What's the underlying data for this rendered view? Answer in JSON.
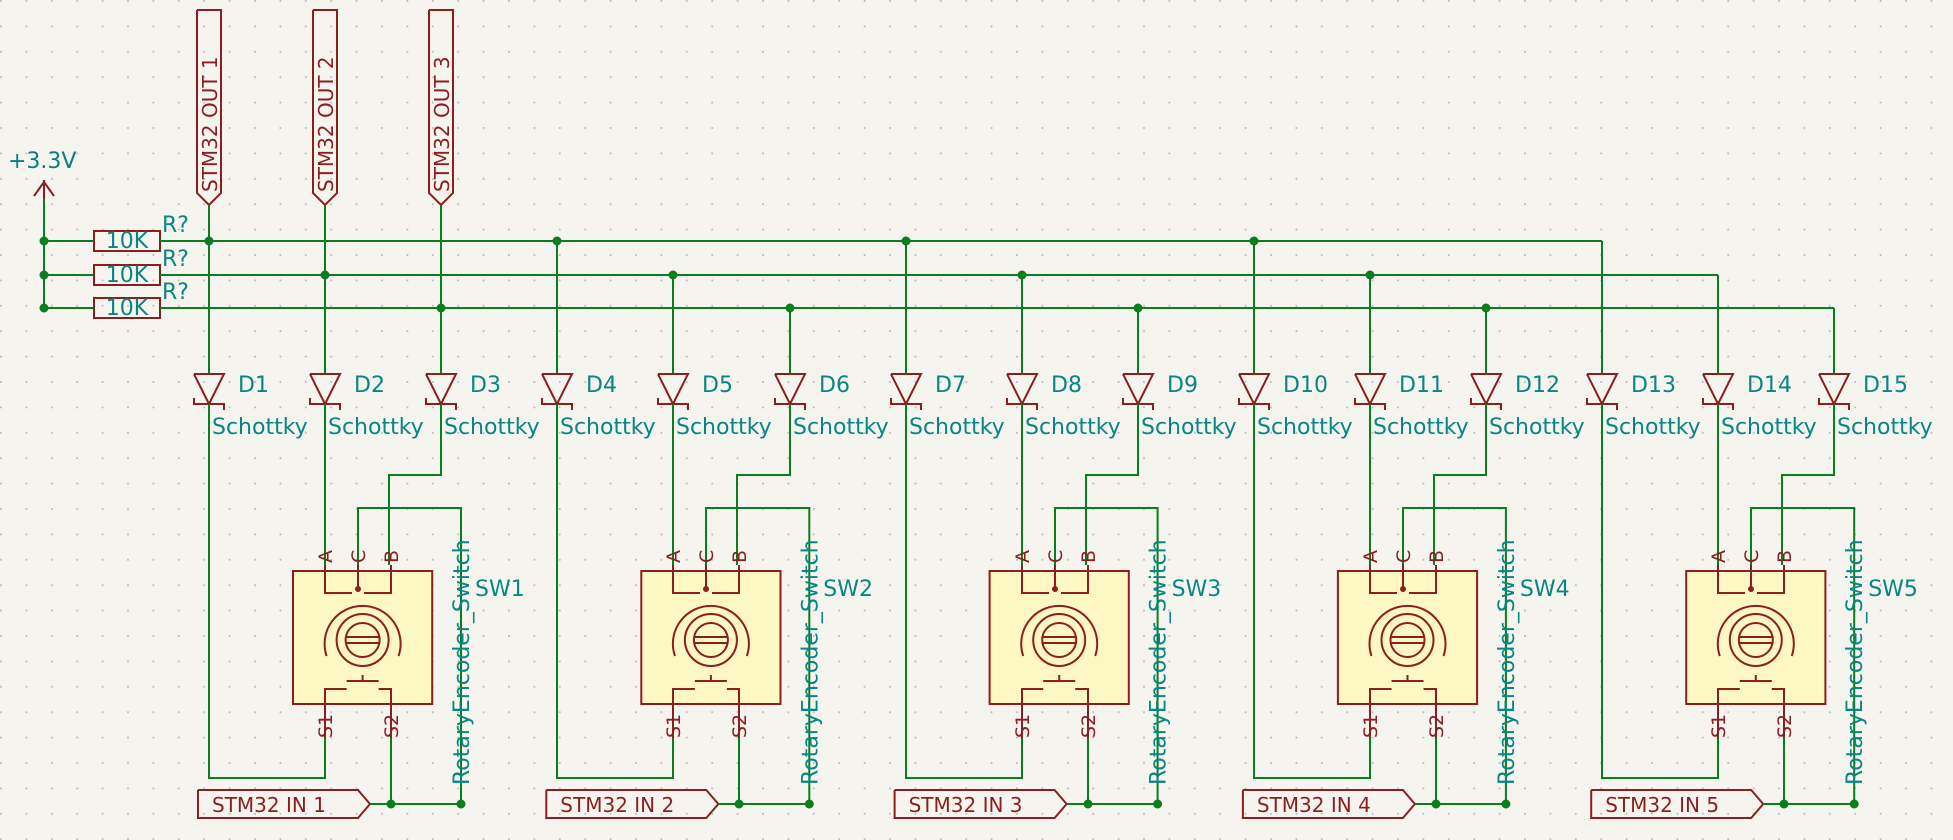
{
  "power_label": "+3.3V",
  "resistors": [
    {
      "ref": "R?",
      "value": "10K"
    },
    {
      "ref": "R?",
      "value": "10K"
    },
    {
      "ref": "R?",
      "value": "10K"
    }
  ],
  "outputs": [
    "STM32 OUT 1",
    "STM32 OUT 2",
    "STM32 OUT 3"
  ],
  "diodes": [
    {
      "ref": "D1",
      "value": "Schottky"
    },
    {
      "ref": "D2",
      "value": "Schottky"
    },
    {
      "ref": "D3",
      "value": "Schottky"
    },
    {
      "ref": "D4",
      "value": "Schottky"
    },
    {
      "ref": "D5",
      "value": "Schottky"
    },
    {
      "ref": "D6",
      "value": "Schottky"
    },
    {
      "ref": "D7",
      "value": "Schottky"
    },
    {
      "ref": "D8",
      "value": "Schottky"
    },
    {
      "ref": "D9",
      "value": "Schottky"
    },
    {
      "ref": "D10",
      "value": "Schottky"
    },
    {
      "ref": "D11",
      "value": "Schottky"
    },
    {
      "ref": "D12",
      "value": "Schottky"
    },
    {
      "ref": "D13",
      "value": "Schottky"
    },
    {
      "ref": "D14",
      "value": "Schottky"
    },
    {
      "ref": "D15",
      "value": "Schottky"
    }
  ],
  "switches": [
    {
      "ref": "SW1",
      "value": "RotaryEncoder_Switch",
      "input": "STM32 IN 1"
    },
    {
      "ref": "SW2",
      "value": "RotaryEncoder_Switch",
      "input": "STM32 IN 2"
    },
    {
      "ref": "SW3",
      "value": "RotaryEncoder_Switch",
      "input": "STM32 IN 3"
    },
    {
      "ref": "SW4",
      "value": "RotaryEncoder_Switch",
      "input": "STM32 IN 4"
    },
    {
      "ref": "SW5",
      "value": "RotaryEncoder_Switch",
      "input": "STM32 IN 5"
    }
  ],
  "pins": {
    "a": "A",
    "b": "B",
    "c": "C",
    "s1": "S1",
    "s2": "S2"
  },
  "colors": {
    "wire": "#0a7d1e",
    "component": "#8b1f1f",
    "text": "#0a8585",
    "fill": "#fdf7c3"
  }
}
